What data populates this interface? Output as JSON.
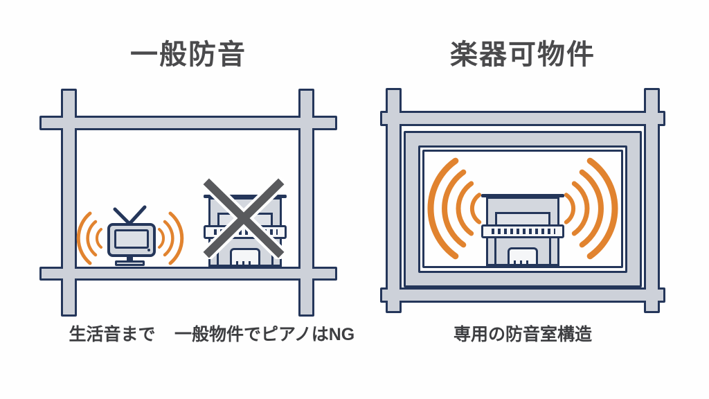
{
  "left_panel": {
    "title": "一般防音",
    "captions": {
      "tv": "生活音まで",
      "piano": "一般物件でピアノはNG"
    }
  },
  "right_panel": {
    "title": "楽器可物件",
    "caption": "専用の防音室構造"
  },
  "icons": {
    "tv-icon": "television with V antenna and stand, css-shape",
    "sound-waves-icon": "orange concentric arc sound waves, svg-arcs",
    "piano-icon": "upright piano with keyboard and bench, css-shape",
    "ng-cross-icon": "large dark gray X prohibition mark with white halo, svg-cross"
  },
  "colors": {
    "background": "#fefefe",
    "wall_fill": "#cdd1d9",
    "outline_navy": "#24365a",
    "sound_orange": "#e1832f",
    "ng_cross_gray": "#595a5d",
    "title_gray": "#4a4a4c",
    "caption_gray": "#3d3e41"
  }
}
